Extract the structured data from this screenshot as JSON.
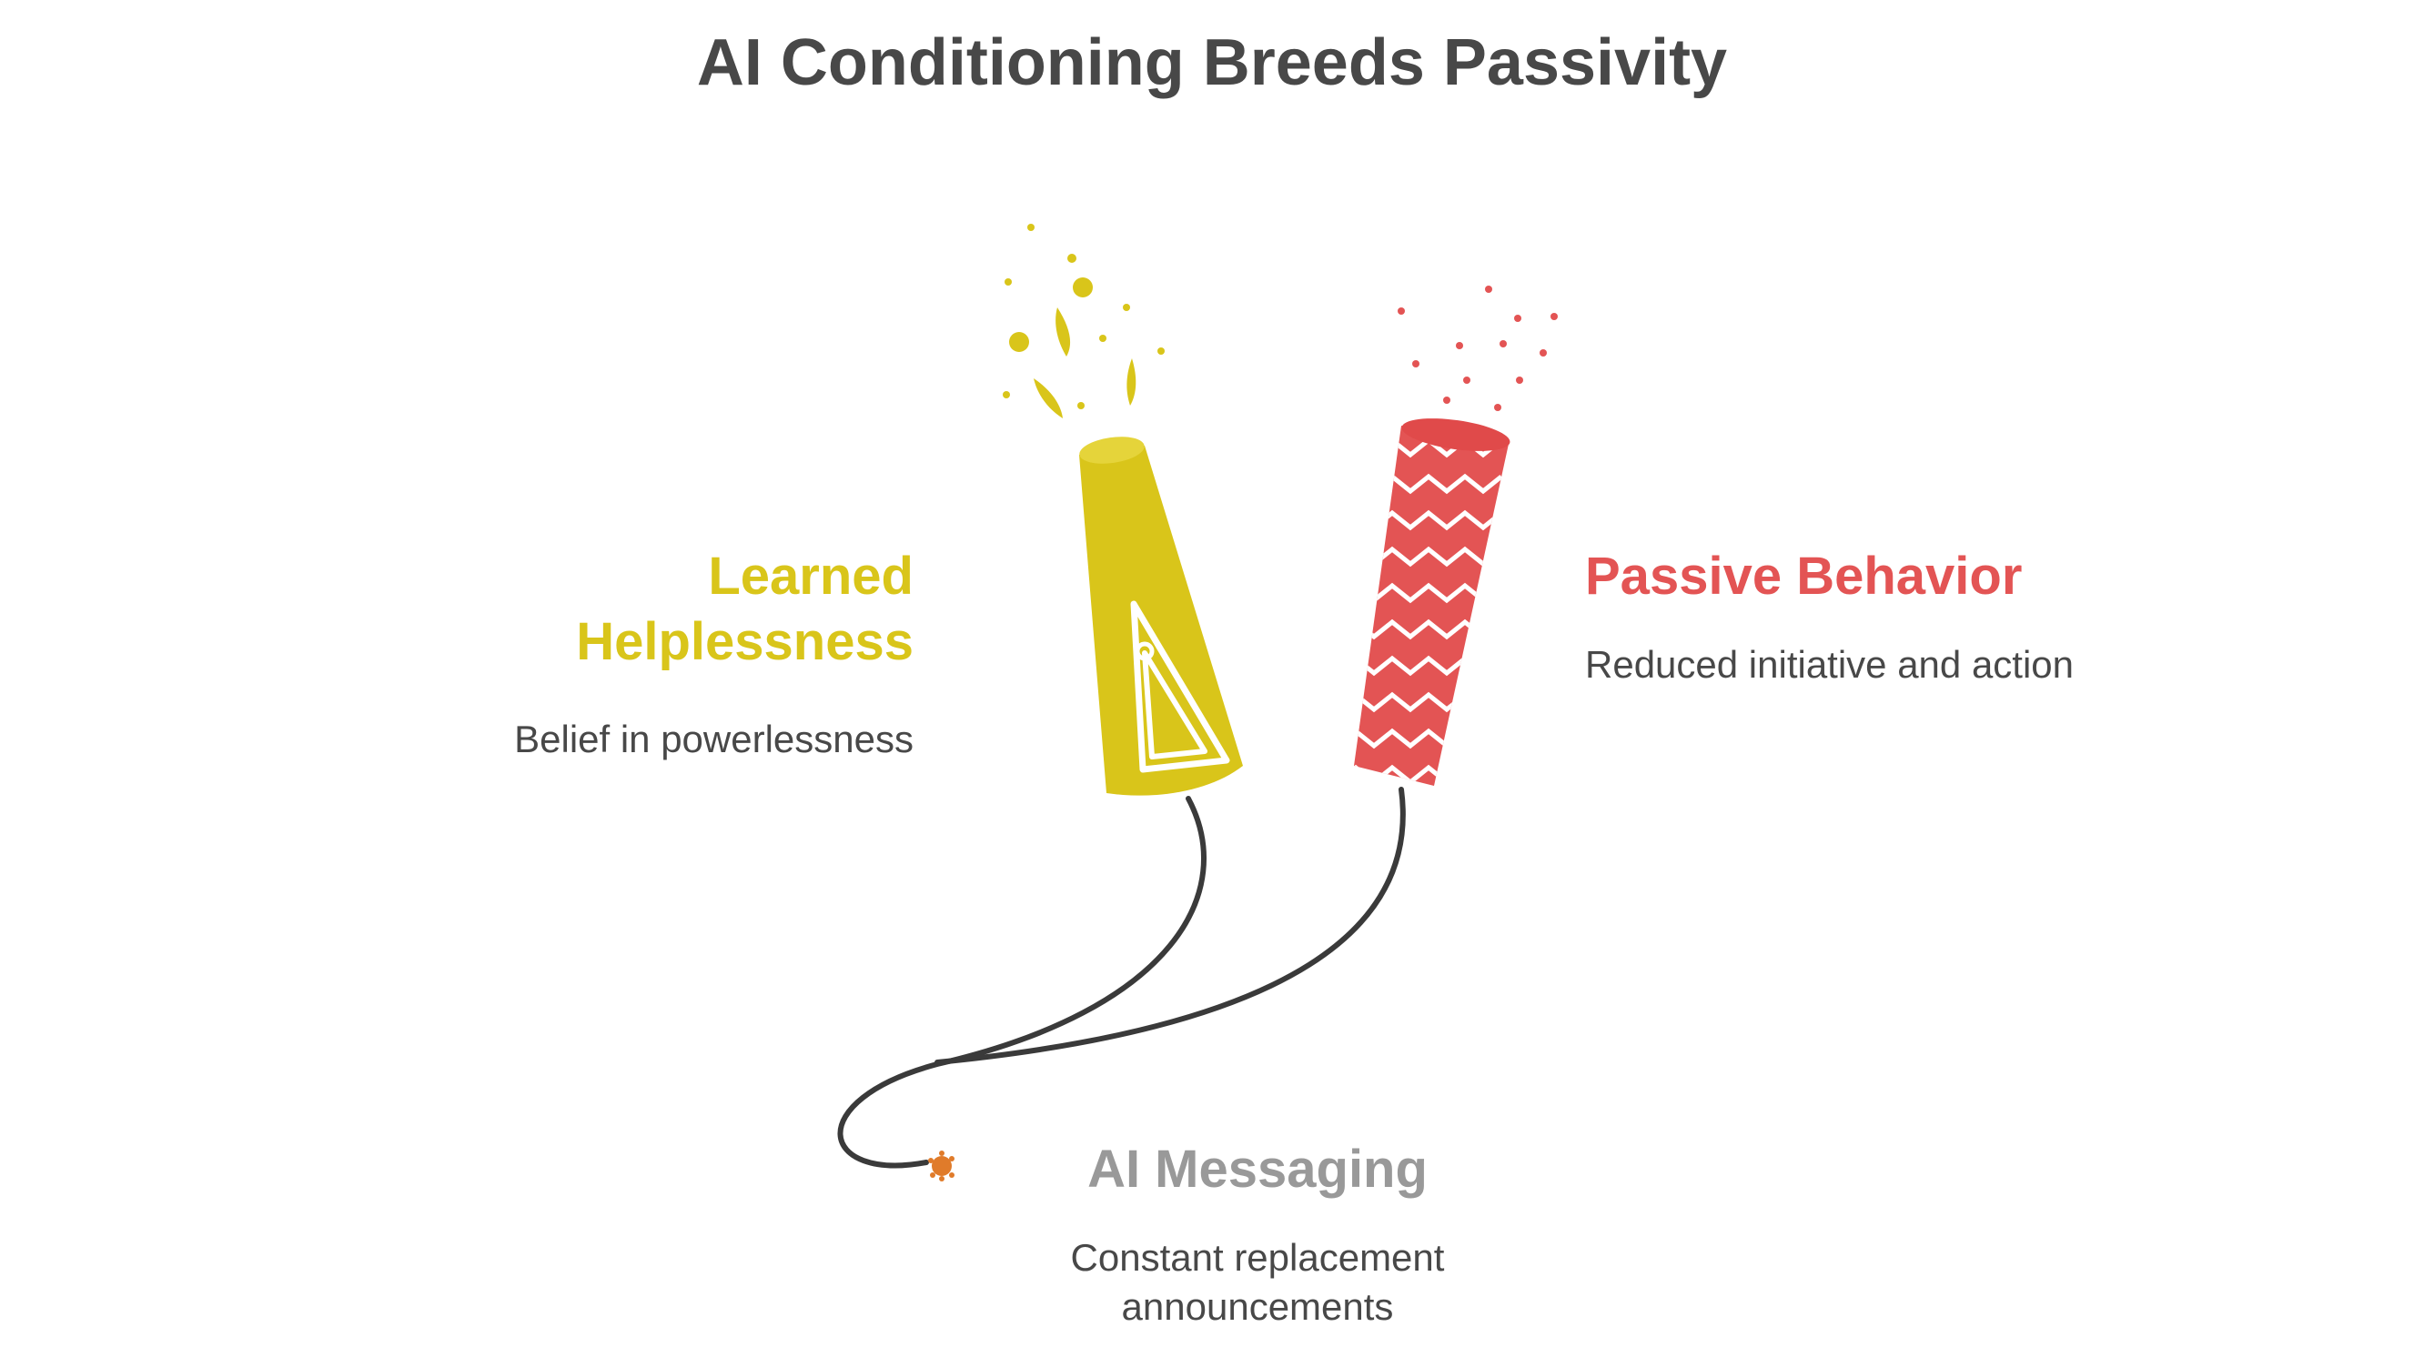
{
  "title": "AI Conditioning Breeds Passivity",
  "colors": {
    "yellow": "#D9C51A",
    "red": "#E35454",
    "gray": "#999999",
    "text": "#484848",
    "fuse": "#3a3a3a",
    "spark": "#E07B2A"
  },
  "nodes": {
    "learned_helplessness": {
      "title": "Learned\nHelplessness",
      "description": "Belief in powerlessness"
    },
    "passive_behavior": {
      "title": "Passive Behavior",
      "description": "Reduced initiative and action"
    },
    "ai_messaging": {
      "title": "AI Messaging",
      "description": "Constant replacement announcements"
    }
  },
  "icons": {
    "yellow_firework": "yellow-firework-icon",
    "red_firework": "red-firework-icon",
    "fuse_spark": "spark-icon"
  }
}
